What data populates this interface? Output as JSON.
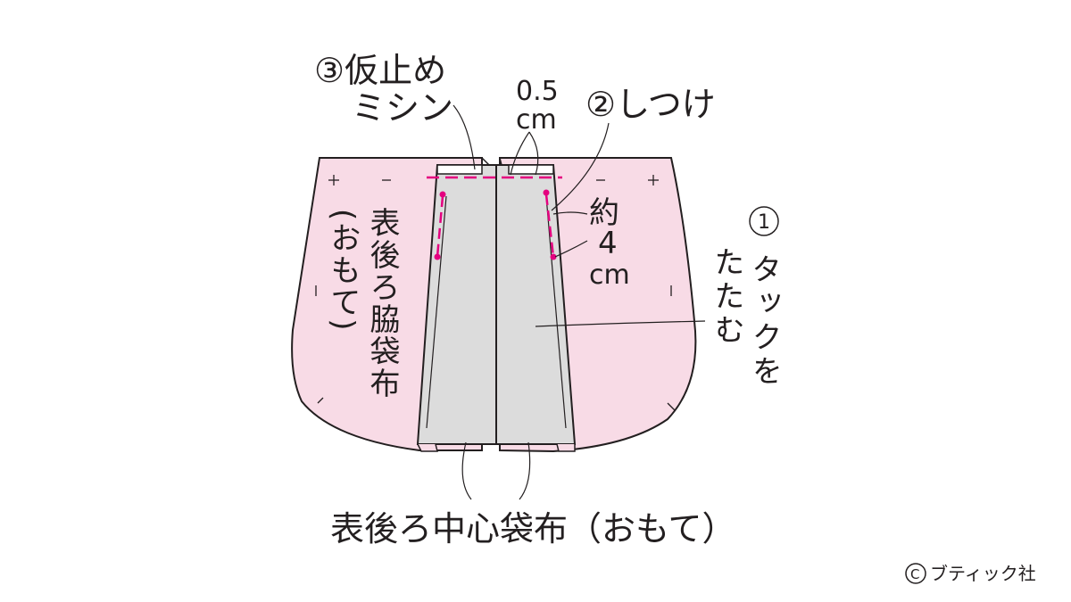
{
  "labels": {
    "step3_line1": "③仮止め",
    "step3_line2": "ミシン",
    "seam_value": "0.5",
    "seam_unit": "cm",
    "step2": "②しつけ",
    "approx_1": "約",
    "approx_2": "4",
    "approx_3": "cm",
    "step1_num": "1",
    "step1_col1": "タックを",
    "step1_col2": "たたむ",
    "side_bag_col1": "表後ろ脇袋布",
    "side_bag_col2": "(おもて)",
    "center_bag": "表後ろ中心袋布（おもて）",
    "credit": "ブティック社"
  },
  "colors": {
    "pink_fabric": "#f8dbe6",
    "gray_fabric": "#dcdcdc",
    "outline": "#231f20",
    "stitch_magenta": "#e4007f"
  },
  "icons": {
    "copyright": "copyright-icon"
  }
}
